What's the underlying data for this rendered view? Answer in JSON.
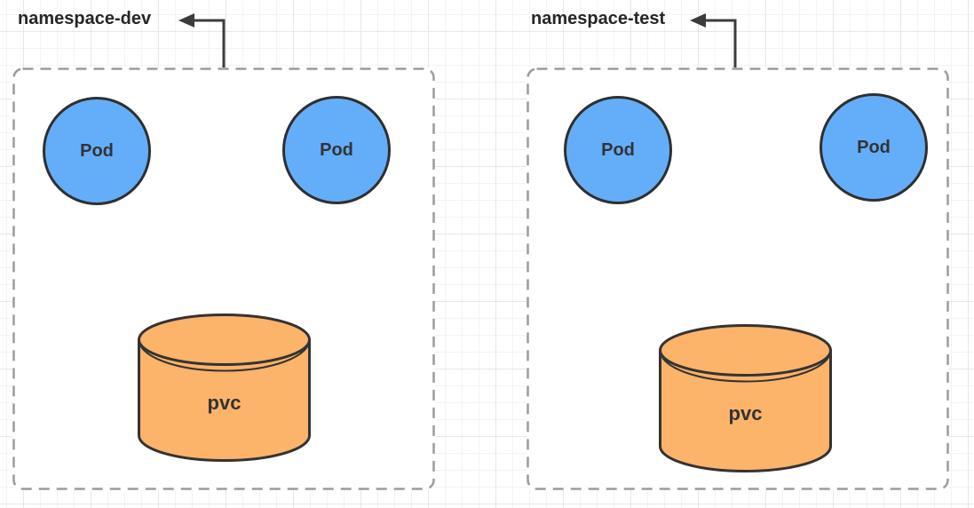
{
  "diagram": {
    "namespaces": [
      {
        "label": "namespace-dev",
        "pods": [
          {
            "label": "Pod"
          },
          {
            "label": "Pod"
          }
        ],
        "pvc": {
          "label": "pvc"
        }
      },
      {
        "label": "namespace-test",
        "pods": [
          {
            "label": "Pod"
          },
          {
            "label": "Pod"
          }
        ],
        "pvc": {
          "label": "pvc"
        }
      }
    ],
    "colors": {
      "pod_fill": "#64aef9",
      "pod_stroke": "#2f2f2f",
      "pvc_fill": "#fcb36a",
      "pvc_stroke": "#333333",
      "namespace_border": "#9c9c9c",
      "arrow": "#3c3c3c",
      "label_text": "#262626"
    }
  }
}
